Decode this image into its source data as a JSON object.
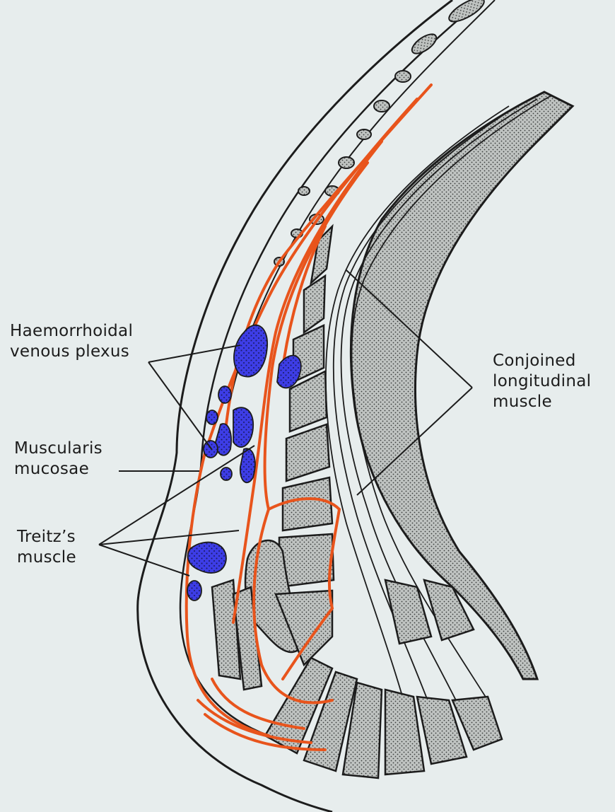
{
  "labels": {
    "haemorrhoidal": [
      "Haemorrhoidal",
      "venous plexus"
    ],
    "muscularis": [
      "Muscularis",
      "mucosae"
    ],
    "treitz": [
      "Treitz’s",
      "muscle"
    ],
    "conjoined": [
      "Conjoined",
      "longitudinal",
      "muscle"
    ]
  },
  "colors": {
    "background": "#e7eded",
    "outline": "#1c1c1c",
    "muscle_fibre": "#e8541c",
    "venous_plexus": "#3a3ae0",
    "sphincter_fill": "#b9bdbb"
  }
}
